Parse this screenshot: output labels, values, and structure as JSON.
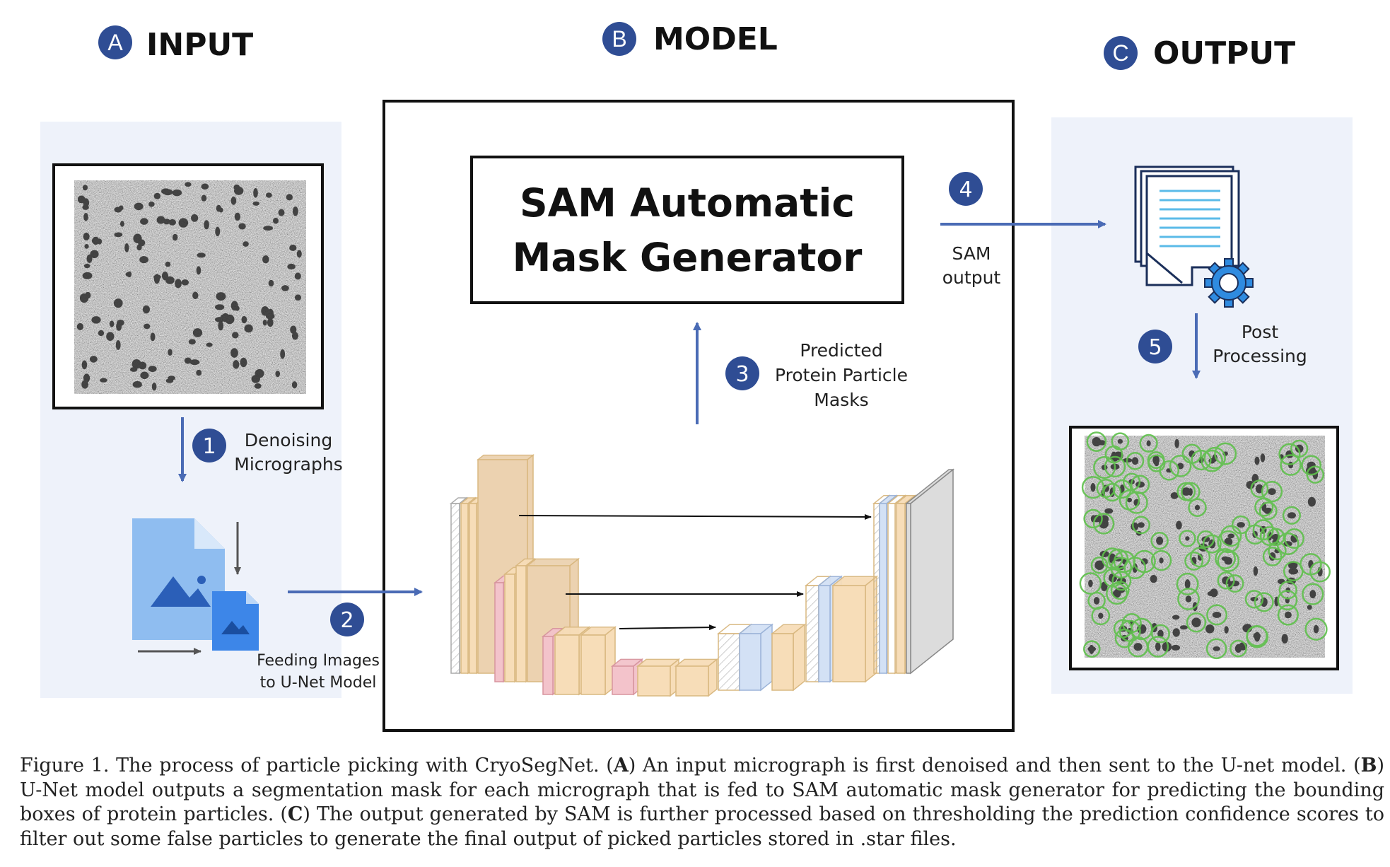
{
  "colors": {
    "badge": "#2f4d94",
    "arrow": "#4a6bb5",
    "panel_bg": "#eef2fa",
    "layer_beige": "#f7ddb8",
    "layer_pink": "#f3c3cb",
    "layer_blue": "#d3e1f5",
    "layer_gray": "#dcdcdc",
    "mask_green": "#5fc04c"
  },
  "sections": [
    {
      "letter": "A",
      "title": "INPUT"
    },
    {
      "letter": "B",
      "title": "MODEL"
    },
    {
      "letter": "C",
      "title": "OUTPUT"
    }
  ],
  "sam_box": {
    "line1": "SAM Automatic",
    "line2": "Mask Generator"
  },
  "steps": [
    {
      "num": "1",
      "lines": [
        "Denoising",
        "Micrographs"
      ]
    },
    {
      "num": "2",
      "lines": [
        "Feeding Images",
        "to U-Net Model"
      ]
    },
    {
      "num": "3",
      "lines": [
        "Predicted",
        "Protein Particle",
        "Masks"
      ]
    },
    {
      "num": "4",
      "lines": [
        "SAM",
        "output"
      ]
    },
    {
      "num": "5",
      "lines": [
        "Post",
        "Processing"
      ]
    }
  ],
  "icons": {
    "input_micrograph": "micrograph-image-icon",
    "denoise_files": "image-files-icon",
    "documents": "document-stack-icon",
    "gear": "gear-icon",
    "unet": "unet-architecture-icon",
    "output_micrograph": "masked-micrograph-icon"
  },
  "caption": {
    "p1": "Figure 1. The process of particle picking with CryoSegNet. (",
    "b1": "A",
    "p2": ") An input micrograph is first denoised and then sent to the U-net model. (",
    "b2": "B",
    "p3": ") U-Net model outputs a segmentation mask for each micrograph that is fed to SAM automatic mask generator for predicting the bounding boxes of protein particles. (",
    "b3": "C",
    "p4": ") The output generated by SAM is further processed based on thresholding the prediction confidence scores to filter out some false particles to generate the final output of picked particles stored in .star files."
  }
}
